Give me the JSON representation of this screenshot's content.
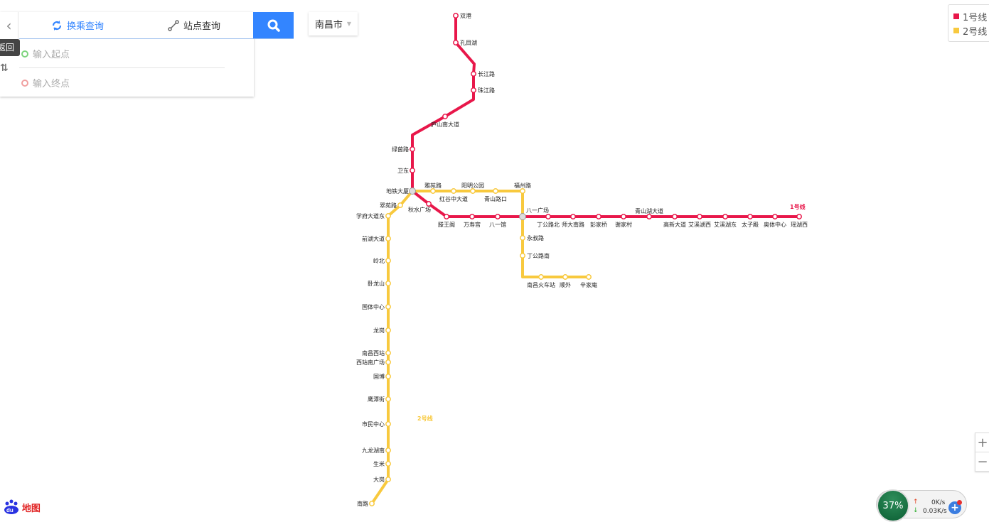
{
  "search": {
    "back_tooltip": "返回",
    "tabs": [
      {
        "label": "换乘查询",
        "active": true
      },
      {
        "label": "站点查询",
        "active": false
      }
    ],
    "start_placeholder": "输入起点",
    "end_placeholder": "输入终点"
  },
  "city": {
    "selected": "南昌市"
  },
  "legend": [
    {
      "label": "1号线",
      "color": "#e8174a"
    },
    {
      "label": "2号线",
      "color": "#f8c93e"
    }
  ],
  "lines": [
    {
      "name": "1号线",
      "color": "#e8174a",
      "stations": [
        "双港",
        "孔目湖",
        "长江路",
        "珠江路",
        "庐山南大道",
        "绿茵路",
        "卫东",
        "地铁大厦",
        "秋水广场",
        "滕王阁",
        "万寿宫",
        "八一馆",
        "八一广场",
        "丁公路北",
        "师大南路",
        "彭家桥",
        "谢家村",
        "青山湖大道",
        "高新大道",
        "艾溪湖西",
        "艾溪湖东",
        "太子殿",
        "奥体中心",
        "瑶湖西"
      ]
    },
    {
      "name": "2号线",
      "color": "#f8c93e",
      "stations": [
        "南路",
        "大岗",
        "生米",
        "九龙湖南",
        "市民中心",
        "鹰潭街",
        "国博",
        "西站南广场",
        "南昌西站",
        "龙岗",
        "国体中心",
        "卧龙山",
        "岭北",
        "前湖大道",
        "学府大道东",
        "翠苑路",
        "地铁大厦",
        "雅苑路",
        "红谷中大道",
        "阳明公园",
        "青山路口",
        "福州路",
        "八一广场",
        "永叔路",
        "丁公路南",
        "南昌火车站",
        "顺外",
        "辛家庵"
      ]
    }
  ],
  "interchanges": [
    "地铁大厦",
    "八一广场"
  ],
  "zoom_controls": {
    "in": "+",
    "out": "−"
  },
  "logo": {
    "text": "Baidu地图"
  },
  "net_widget": {
    "percent": "37%",
    "upload": "0K/s",
    "download": "0.03K/s"
  }
}
